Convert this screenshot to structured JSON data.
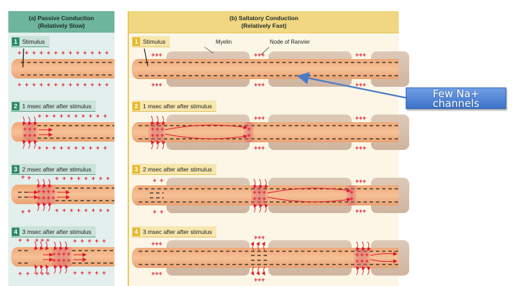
{
  "panels": {
    "passive": {
      "title_line1": "(a) Passive Conduction",
      "title_line2": "(Relatively Slow)",
      "color_header": "#6db59c",
      "color_bg": "#e3efec",
      "steps": [
        {
          "num": "1",
          "label": "Stimulus"
        },
        {
          "num": "2",
          "label": "1 msec after after stimulus"
        },
        {
          "num": "3",
          "label": "2 msec after after stimulus"
        },
        {
          "num": "4",
          "label": "3 msec after after stimulus"
        }
      ]
    },
    "saltatory": {
      "title_line1": "(b) Saltatory Conduction",
      "title_line2": "(Relatively Fast)",
      "color_header": "#f1d782",
      "color_bg": "#fbf6e6",
      "steps": [
        {
          "num": "1",
          "label": "Stimulus"
        },
        {
          "num": "2",
          "label": "1 msec after after stimulus"
        },
        {
          "num": "3",
          "label": "2 msec after after stimulus"
        },
        {
          "num": "4",
          "label": "3 msec after after stimulus"
        }
      ],
      "annotations": {
        "myelin": "Myelin",
        "node": "Node of Ranvier"
      }
    }
  },
  "symbols": {
    "positive": "+",
    "negative": "–",
    "node_charge": "+++"
  },
  "callout": {
    "line1": "Few Na+",
    "line2": "channels",
    "color": "#4f86d8"
  },
  "colors": {
    "axon": "#f2b27f",
    "myelin": "#d7c0ad",
    "charge": "#e0182d",
    "depolarized": "#d65c6e"
  }
}
